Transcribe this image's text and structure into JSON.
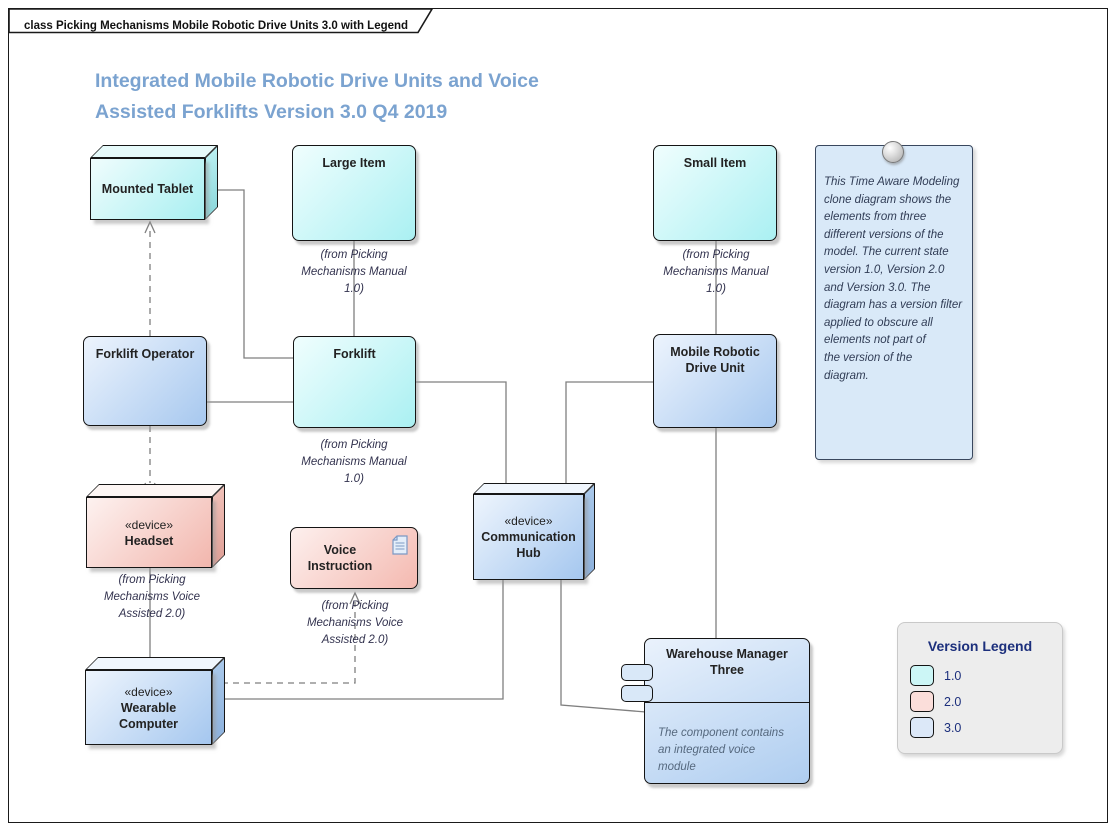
{
  "tab": {
    "label": "class Picking Mechanisms Mobile Robotic Drive Units 3.0  with Legend"
  },
  "title": {
    "text": "Integrated Mobile Robotic Drive Units and Voice\nAssisted Forklifts Version 3.0 Q4 2019"
  },
  "colors": {
    "title_text": "#7ba3d0",
    "connector": "#7f7f7f",
    "version_1_0": "#ccf6f6",
    "version_2_0": "#fbdeda",
    "version_3_0": "#dce8f8"
  },
  "nodes": {
    "mounted_tablet": {
      "name": "Mounted Tablet"
    },
    "large_item": {
      "name": "Large Item",
      "from": "(from Picking\nMechanisms Manual\n1.0)"
    },
    "small_item": {
      "name": "Small Item",
      "from": "(from Picking\nMechanisms Manual\n1.0)"
    },
    "forklift_operator": {
      "name": "Forklift Operator"
    },
    "forklift": {
      "name": "Forklift",
      "from": "(from Picking\nMechanisms Manual\n1.0)"
    },
    "mobile_robotic_drive_unit": {
      "name": "Mobile Robotic\nDrive Unit"
    },
    "headset": {
      "stereotype": "«device»",
      "name": "Headset",
      "from": "(from Picking\nMechanisms Voice\nAssisted 2.0)"
    },
    "voice_instruction": {
      "name": "Voice\nInstruction",
      "from": "(from Picking\nMechanisms Voice\nAssisted 2.0)"
    },
    "communication_hub": {
      "stereotype": "«device»",
      "name": "Communication\nHub"
    },
    "wearable_computer": {
      "stereotype": "«device»",
      "name": "Wearable\nComputer"
    },
    "warehouse_manager_three": {
      "name": "Warehouse Manager\nThree",
      "note": "The component contains\nan integrated voice\nmodule"
    }
  },
  "note": {
    "text": "This Time Aware Modeling\nclone diagram shows the\nelements from three\ndifferent versions of the\nmodel. The current state\nversion 1.0, Version 2.0\nand Version 3.0. The\ndiagram has a version filter\napplied to obscure all\nelements not part of\nthe  version of the\ndiagram."
  },
  "legend": {
    "title": "Version Legend",
    "items": [
      {
        "label": "1.0",
        "color": "#ccf6f6"
      },
      {
        "label": "2.0",
        "color": "#fbdeda"
      },
      {
        "label": "3.0",
        "color": "#dce8f8"
      }
    ]
  }
}
